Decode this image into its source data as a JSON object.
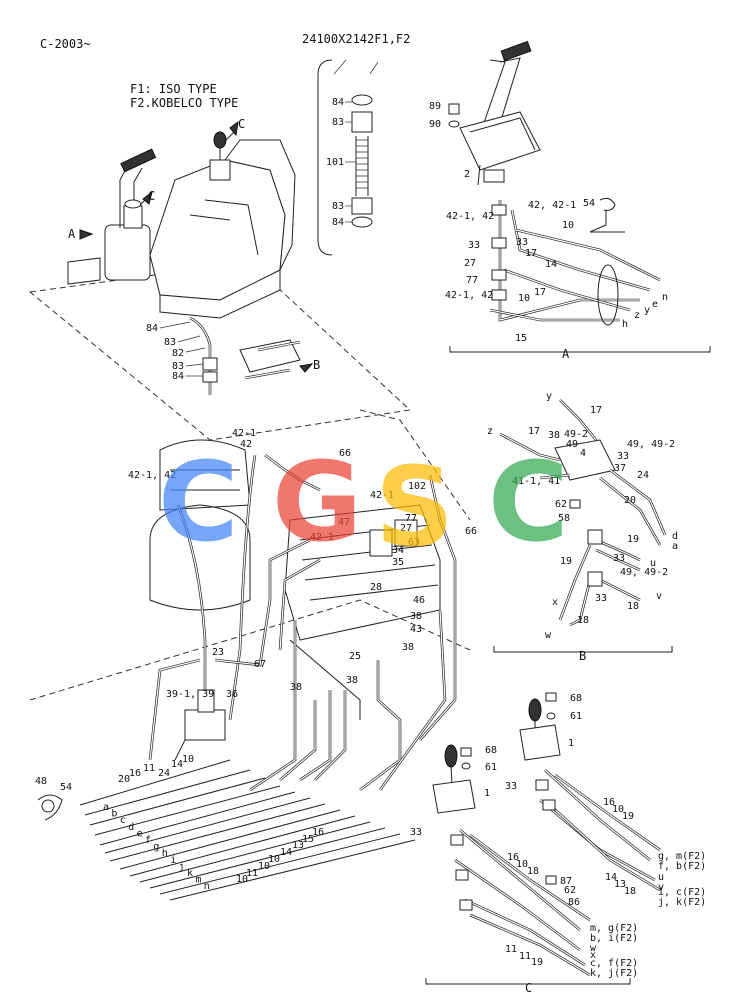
{
  "header": {
    "left_code": "C-2003~",
    "part_number": "24100X2142F1,F2",
    "legend_f1": "F1: ISO TYPE",
    "legend_f2": "F2.KOBELCO TYPE"
  },
  "watermark": {
    "letters": [
      "C",
      "G",
      "S",
      "C"
    ],
    "colors": [
      "#4285F4",
      "#EA4335",
      "#FBBC05",
      "#34A853"
    ]
  },
  "views": {
    "a": "A",
    "b": "B",
    "c": "C"
  },
  "callouts": {
    "c1": "C",
    "c2": "C",
    "a_arrow": "A",
    "b_arrow": "B",
    "main": {
      "n84a": "84",
      "n83a": "83",
      "n82": "82",
      "n83b": "83",
      "n84b": "84",
      "n42_1a": "42-1",
      "n42a": "42",
      "n42_1_42a": "42-1, 42",
      "n66a": "66",
      "n102": "102",
      "n42_1b": "42-1",
      "n77": "77",
      "n47": "47",
      "n27": "27",
      "n66b": "66",
      "n42_1c": "42-1",
      "n63": "63",
      "n34": "34",
      "n35": "35",
      "n28": "28",
      "n46": "46",
      "n38a": "38",
      "n43": "43",
      "n38b": "38",
      "n23": "23",
      "n25": "25",
      "n67": "67",
      "n38c": "38",
      "n38d": "38",
      "n39": "39-1, 39",
      "n36": "36",
      "n48": "48",
      "n54": "54",
      "n20": "20",
      "n16": "16",
      "n11": "11",
      "n24": "24",
      "n14": "14",
      "n10": "10"
    },
    "letters_left": [
      "a",
      "b",
      "c",
      "d",
      "e",
      "f",
      "g",
      "h",
      "i",
      "j",
      "k",
      "m",
      "n"
    ],
    "nums_bottom": [
      "10",
      "11",
      "10",
      "10",
      "14",
      "13",
      "15",
      "16"
    ],
    "tube": {
      "n84a": "84",
      "n83a": "83",
      "n101": "101",
      "n83b": "83",
      "n84b": "84"
    },
    "view_a": {
      "n89": "89",
      "n90": "90",
      "n2": "2",
      "n54": "54",
      "n42_42_1": "42, 42-1",
      "n42_1_42a": "42-1, 42",
      "n10a": "10",
      "n33a": "33",
      "n33b": "33",
      "n17a": "17",
      "n14": "14",
      "n27": "27",
      "n77": "77",
      "n17b": "17",
      "n42_1_42b": "42-1, 42",
      "n10b": "10",
      "n15": "15",
      "ends": [
        "n",
        "e",
        "y",
        "z",
        "h"
      ]
    },
    "view_b": {
      "y": "y",
      "n17a": "17",
      "z": "z",
      "n17b": "17",
      "n38": "38",
      "n49_2": "49-2",
      "n49": "49",
      "n49_49_2a": "49, 49-2",
      "n4": "4",
      "n33a": "33",
      "n37": "37",
      "n24": "24",
      "n41": "41-1, 41",
      "n20": "20",
      "n62": "62",
      "n58": "58",
      "d": "d",
      "a": "a",
      "n19a": "19",
      "n33b": "33",
      "u": "u",
      "n19b": "19",
      "n49_49_2b": "49, 49-2",
      "x": "x",
      "n33c": "33",
      "v": "v",
      "n18a": "18",
      "n18b": "18",
      "w": "w"
    },
    "view_c": {
      "n68a": "68",
      "n61a": "61",
      "n1a": "1",
      "n68b": "68",
      "n61b": "61",
      "n1b": "1",
      "n33a": "33",
      "n16a": "16",
      "n10a": "10",
      "n19": "19",
      "r_gm": "g, m(F2)",
      "r_fb": "f, b(F2)",
      "r_u": "u",
      "r_v": "v",
      "r_ic": "i, c(F2)",
      "r_jk": "j, k(F2)",
      "n14": "14",
      "n13": "13",
      "n18a": "18",
      "n33b": "33",
      "n16b": "16",
      "n10b": "10",
      "n18b": "18",
      "n87": "87",
      "n62": "62",
      "n86": "86",
      "r_mg": "m, g(F2)",
      "r_bi": "b, i(F2)",
      "r_w": "w",
      "r_x": "x",
      "r_cf": "c, f(F2)",
      "r_kj": "k, j(F2)",
      "n11a": "11",
      "n11b": "11",
      "n19b": "19"
    }
  }
}
